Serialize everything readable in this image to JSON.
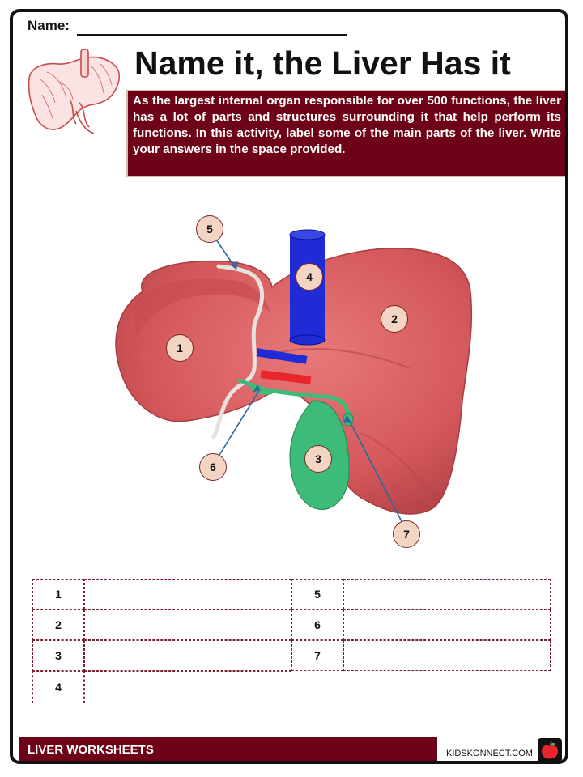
{
  "header": {
    "name_label": "Name:",
    "title": "Name it, the Liver Has it",
    "intro": "As the largest internal organ responsible for over 500 functions, the liver has a lot of parts and structures surrounding it that help perform its functions. In this activity, label some of the main parts of the liver. Write your answers in the space provided."
  },
  "diagram": {
    "markers": [
      "1",
      "2",
      "3",
      "4",
      "5",
      "6",
      "7"
    ]
  },
  "answers": {
    "left": [
      "1",
      "2",
      "3",
      "4"
    ],
    "right": [
      "5",
      "6",
      "7"
    ]
  },
  "footer": {
    "label": "LIVER WORKSHEETS",
    "brand": "KIDSKONNECT.COM"
  },
  "colors": {
    "maroon": "#6e0318",
    "liver": "#d9585a",
    "vein_blue": "#1f2cd6",
    "artery_red": "#e8262b",
    "gallbladder": "#3dbb79"
  }
}
